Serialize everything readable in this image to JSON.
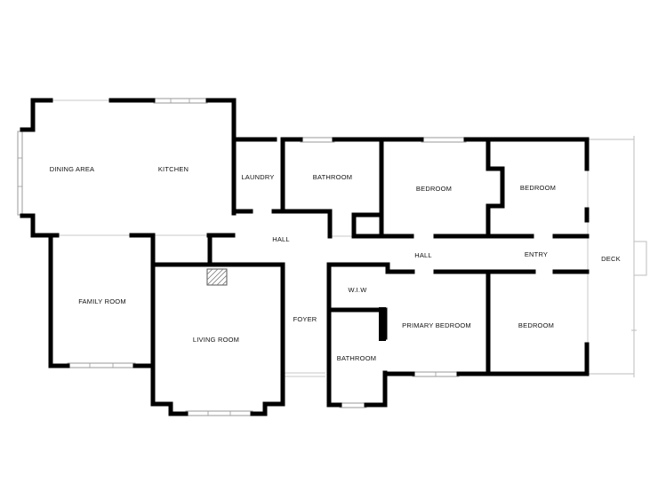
{
  "rooms": {
    "dining_area": "DINING AREA",
    "kitchen": "KITCHEN",
    "laundry": "LAUNDRY",
    "bathroom_top": "BATHROOM",
    "bedroom_top_mid": "BEDROOM",
    "bedroom_top_right": "BEDROOM",
    "hall_left": "HALL",
    "hall_right": "HALL",
    "entry": "ENTRY",
    "deck": "DECK",
    "family_room": "FAMILY ROOM",
    "living_room": "LIVING ROOM",
    "foyer": "FOYER",
    "wiw": "W.I.W",
    "primary_bedroom": "PRIMARY BEDROOM",
    "bedroom_bottom_right": "BEDROOM",
    "bathroom_bottom": "BATHROOM"
  }
}
